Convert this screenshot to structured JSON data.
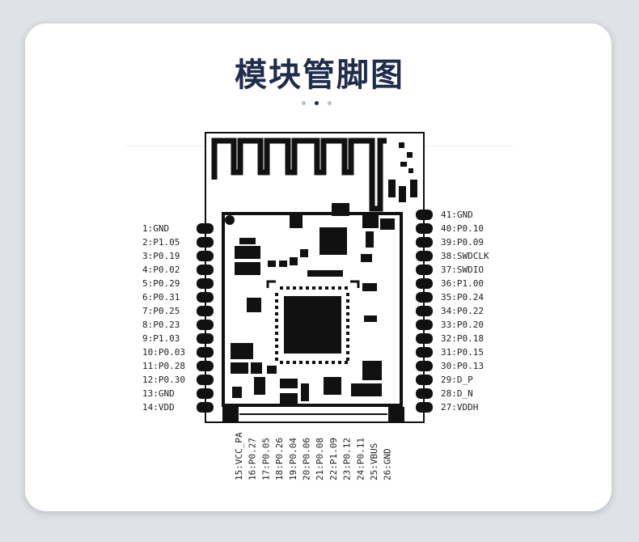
{
  "title": "模块管脚图",
  "carousel": {
    "count": 3,
    "active": 1
  },
  "pins": {
    "left": [
      "1:GND",
      "2:P1.05",
      "3:P0.19",
      "4:P0.02",
      "5:P0.29",
      "6:P0.31",
      "7:P0.25",
      "8:P0.23",
      "9:P1.03",
      "10:P0.03",
      "11:P0.28",
      "12:P0.30",
      "13:GND",
      "14:VDD"
    ],
    "right": [
      "41:GND",
      "40:P0.10",
      "39:P0.09",
      "38:SWDCLK",
      "37:SWDIO",
      "36:P1.00",
      "35:P0.24",
      "34:P0.22",
      "33:P0.20",
      "32:P0.18",
      "31:P0.15",
      "30:P0.13",
      "29:D_P",
      "28:D_N",
      "27:VDDH"
    ],
    "bottom": [
      "15:VCC_PA",
      "16:P0.27",
      "17:P0.05",
      "18:P0.26",
      "19:P0.04",
      "20:P0.06",
      "21:P0.08",
      "22:P1.09",
      "23:P0.12",
      "24:P0.11",
      "25:VBUS",
      "26:GND"
    ]
  },
  "colors": {
    "title": "#1f2d4d",
    "background": "#dfe3e8",
    "card": "#ffffff",
    "ink": "#111111"
  }
}
